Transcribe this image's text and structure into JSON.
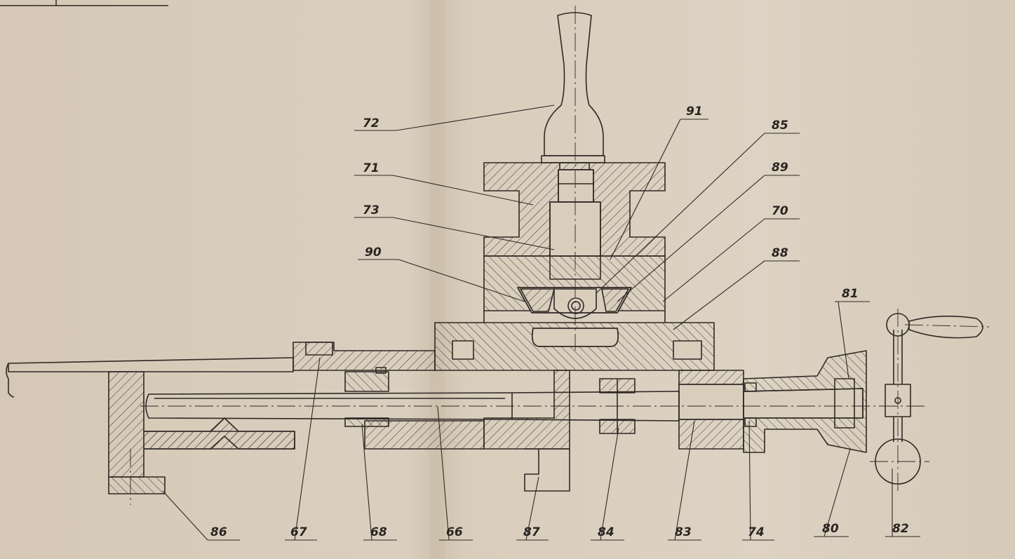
{
  "drawing": {
    "colors": {
      "paper": "#d8ccbb",
      "ink": "#2e2925",
      "fold": "#c6b8a4"
    },
    "callouts": [
      {
        "id": "72",
        "text": "72"
      },
      {
        "id": "71",
        "text": "71"
      },
      {
        "id": "73",
        "text": "73"
      },
      {
        "id": "90",
        "text": "90"
      },
      {
        "id": "91",
        "text": "91"
      },
      {
        "id": "85",
        "text": "85"
      },
      {
        "id": "89",
        "text": "89"
      },
      {
        "id": "70",
        "text": "70"
      },
      {
        "id": "88",
        "text": "88"
      },
      {
        "id": "81",
        "text": "81"
      },
      {
        "id": "86",
        "text": "86"
      },
      {
        "id": "67",
        "text": "67"
      },
      {
        "id": "68",
        "text": "68"
      },
      {
        "id": "66",
        "text": "66"
      },
      {
        "id": "87",
        "text": "87"
      },
      {
        "id": "84",
        "text": "84"
      },
      {
        "id": "83",
        "text": "83"
      },
      {
        "id": "74",
        "text": "74"
      },
      {
        "id": "80",
        "text": "80"
      },
      {
        "id": "82",
        "text": "82"
      }
    ]
  }
}
